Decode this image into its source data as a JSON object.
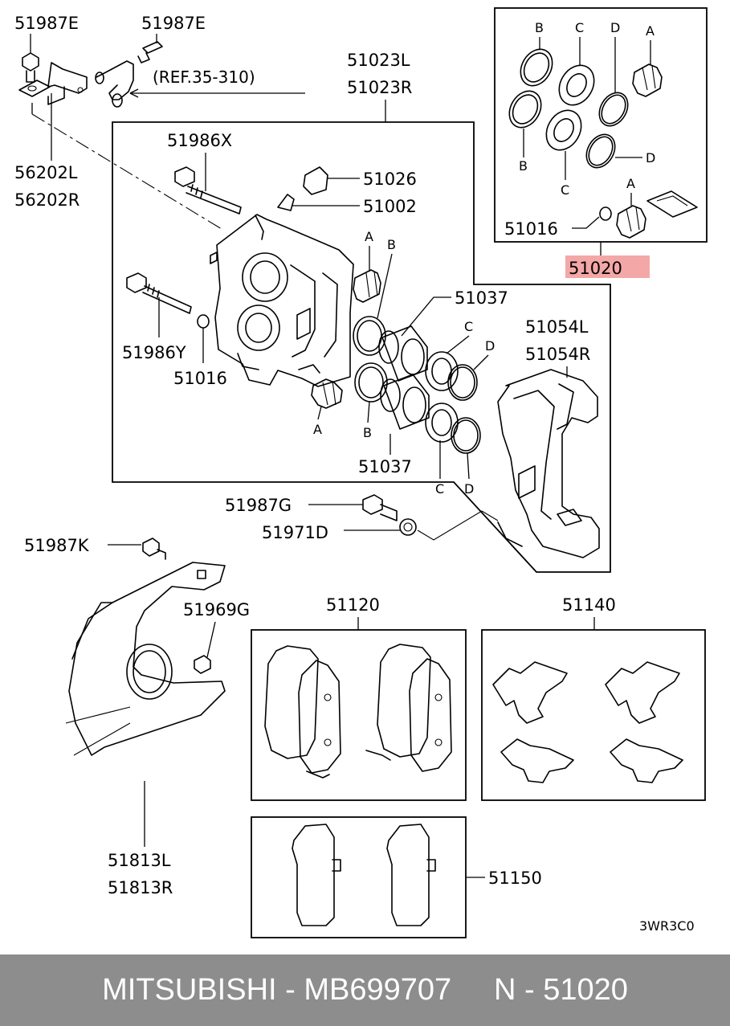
{
  "labels": {
    "l51987E_a": "51987E",
    "l51987E_b": "51987E",
    "ref": "(REF.35-310)",
    "l56202L": "56202L",
    "l56202R": "56202R",
    "l51023L": "51023L",
    "l51023R": "51023R",
    "l51986X": "51986X",
    "l51026": "51026",
    "l51002": "51002",
    "l51986Y": "51986Y",
    "l51016_main": "51016",
    "l51037_top": "51037",
    "l51037_bot": "51037",
    "l51054L": "51054L",
    "l51054R": "51054R",
    "l51987G": "51987G",
    "l51971D": "51971D",
    "l51987K": "51987K",
    "l51969G": "51969G",
    "l51120": "51120",
    "l51140": "51140",
    "l51813L": "51813L",
    "l51813R": "51813R",
    "l51150": "51150",
    "l51016_kit": "51016",
    "l51020": "51020",
    "code": "3WR3C0",
    "kit_B1": "B",
    "kit_C1": "C",
    "kit_D1": "D",
    "kit_A1": "A",
    "kit_B2": "B",
    "kit_C2": "C",
    "kit_D2": "D",
    "kit_A2": "A",
    "main_A1": "A",
    "main_B1": "B",
    "main_C1": "C",
    "main_D1": "D",
    "main_A2": "A",
    "main_B2": "B",
    "main_C2": "C",
    "main_D2": "D"
  },
  "highlight_color": "#f4a7a7",
  "footer": {
    "brand": "MITSUBISHI",
    "sep1": " - ",
    "part_number": "MB699707",
    "sep2": "     N - ",
    "ref_number": "51020"
  }
}
